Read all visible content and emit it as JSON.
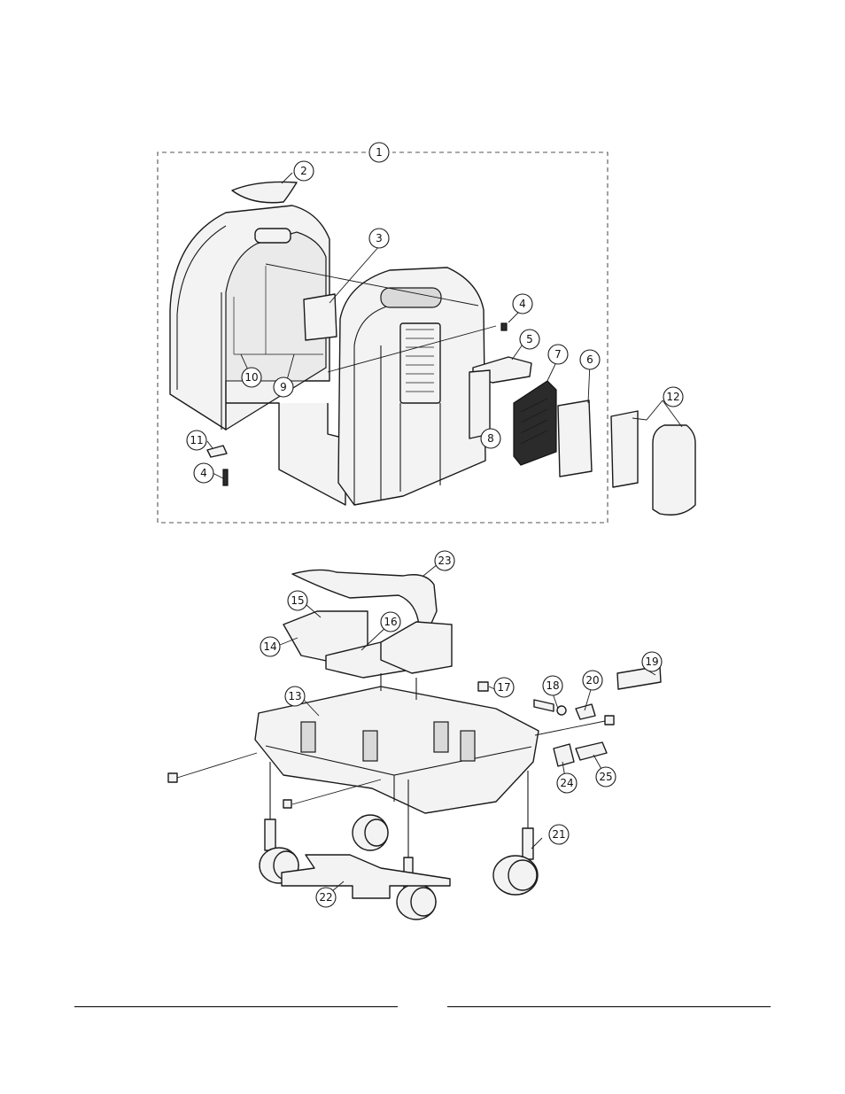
{
  "callouts": [
    {
      "id": "1",
      "label": "1"
    },
    {
      "id": "2",
      "label": "2"
    },
    {
      "id": "3",
      "label": "3"
    },
    {
      "id": "4a",
      "label": "4"
    },
    {
      "id": "4b",
      "label": "4"
    },
    {
      "id": "5",
      "label": "5"
    },
    {
      "id": "6",
      "label": "6"
    },
    {
      "id": "7",
      "label": "7"
    },
    {
      "id": "8",
      "label": "8"
    },
    {
      "id": "9",
      "label": "9"
    },
    {
      "id": "10",
      "label": "10"
    },
    {
      "id": "11",
      "label": "11"
    },
    {
      "id": "12",
      "label": "12"
    },
    {
      "id": "13",
      "label": "13"
    },
    {
      "id": "14",
      "label": "14"
    },
    {
      "id": "15",
      "label": "15"
    },
    {
      "id": "16",
      "label": "16"
    },
    {
      "id": "17",
      "label": "17"
    },
    {
      "id": "18",
      "label": "18"
    },
    {
      "id": "19",
      "label": "19"
    },
    {
      "id": "20",
      "label": "20"
    },
    {
      "id": "21",
      "label": "21"
    },
    {
      "id": "22",
      "label": "22"
    },
    {
      "id": "23",
      "label": "23"
    },
    {
      "id": "24",
      "label": "24"
    },
    {
      "id": "25",
      "label": "25"
    }
  ],
  "colors": {
    "line": "#1a1a1a",
    "fill": "#f3f3f3",
    "background": "#ffffff"
  }
}
